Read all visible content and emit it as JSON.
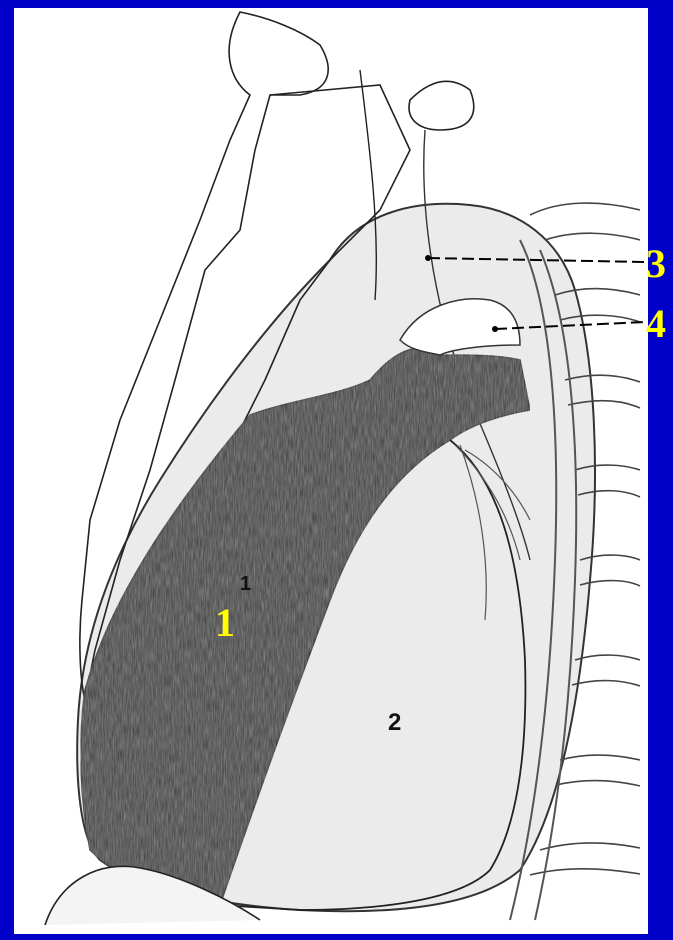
{
  "figure": {
    "background_color": "#0000c8",
    "drawing_color": "#ffffff",
    "callout_color": "#ffff00",
    "shade_color": "#3c3c3c"
  },
  "labels": {
    "label_1": "1",
    "label_1_small": "1",
    "label_2": "2",
    "label_3": "3",
    "label_4": "4"
  }
}
